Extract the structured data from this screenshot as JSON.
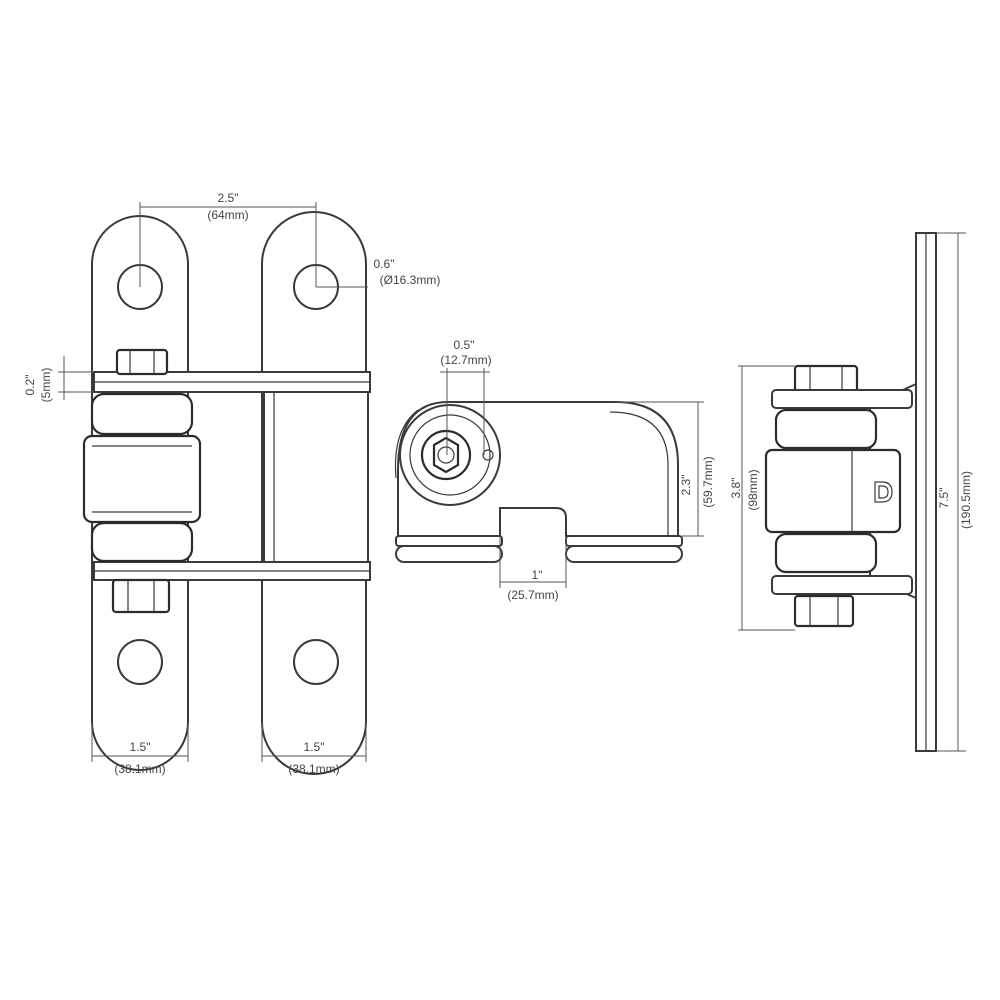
{
  "diagram": {
    "front_view": {
      "pin_spacing": {
        "inch": "2.5\"",
        "mm": "(64mm)"
      },
      "hole_diameter": {
        "inch": "0.6\"",
        "mm": "(Ø16.3mm)"
      },
      "plate_thickness": {
        "inch": "0.2\"",
        "mm": "(5mm)"
      },
      "left_width": {
        "inch": "1.5\"",
        "mm": "(38.1mm)"
      },
      "right_width": {
        "inch": "1.5\"",
        "mm": "(38.1mm)"
      }
    },
    "side_view": {
      "nut_size": {
        "inch": "0.5\"",
        "mm": "(12.7mm)"
      },
      "offset": {
        "inch": "1\"",
        "mm": "(25.7mm)"
      },
      "height": {
        "inch": "2.3\"",
        "mm": "(59.7mm)"
      }
    },
    "end_view": {
      "body_height": {
        "inch": "3.8\"",
        "mm": "(98mm)"
      },
      "overall_length": {
        "inch": "7.5\"",
        "mm": "(190.5mm)"
      },
      "logo": "D"
    }
  }
}
